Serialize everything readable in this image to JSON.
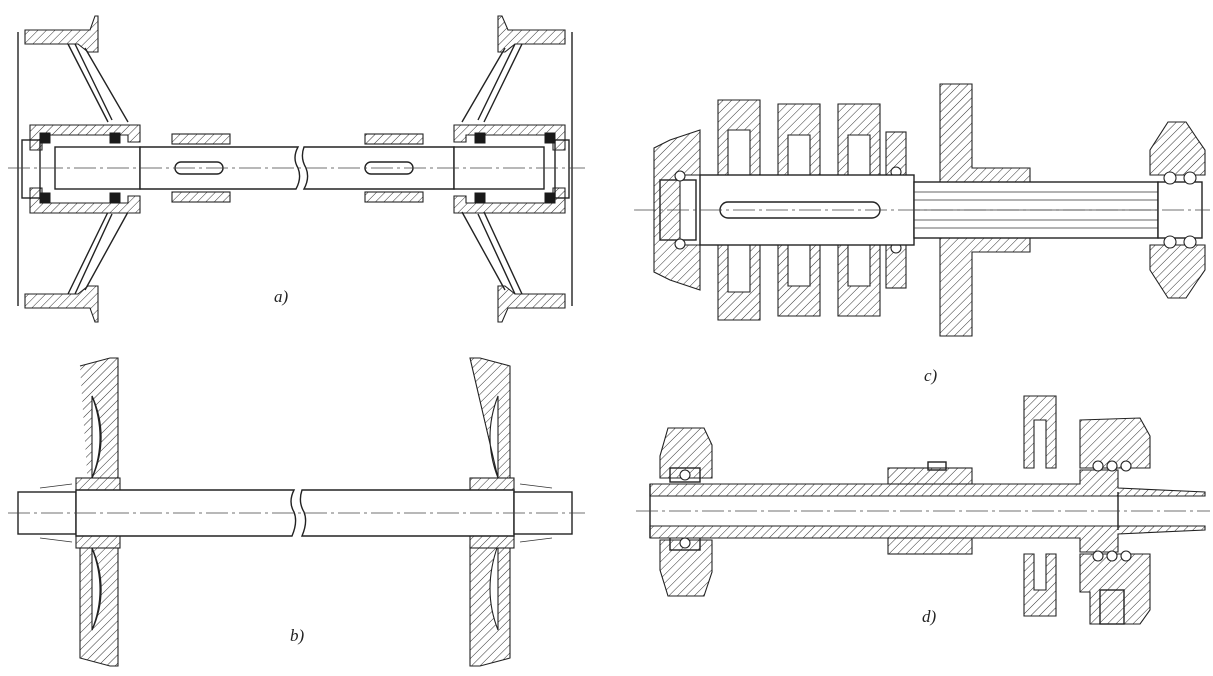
{
  "figure": {
    "labels": {
      "a": "a)",
      "b": "b)",
      "c": "c)",
      "d": "d)"
    }
  }
}
